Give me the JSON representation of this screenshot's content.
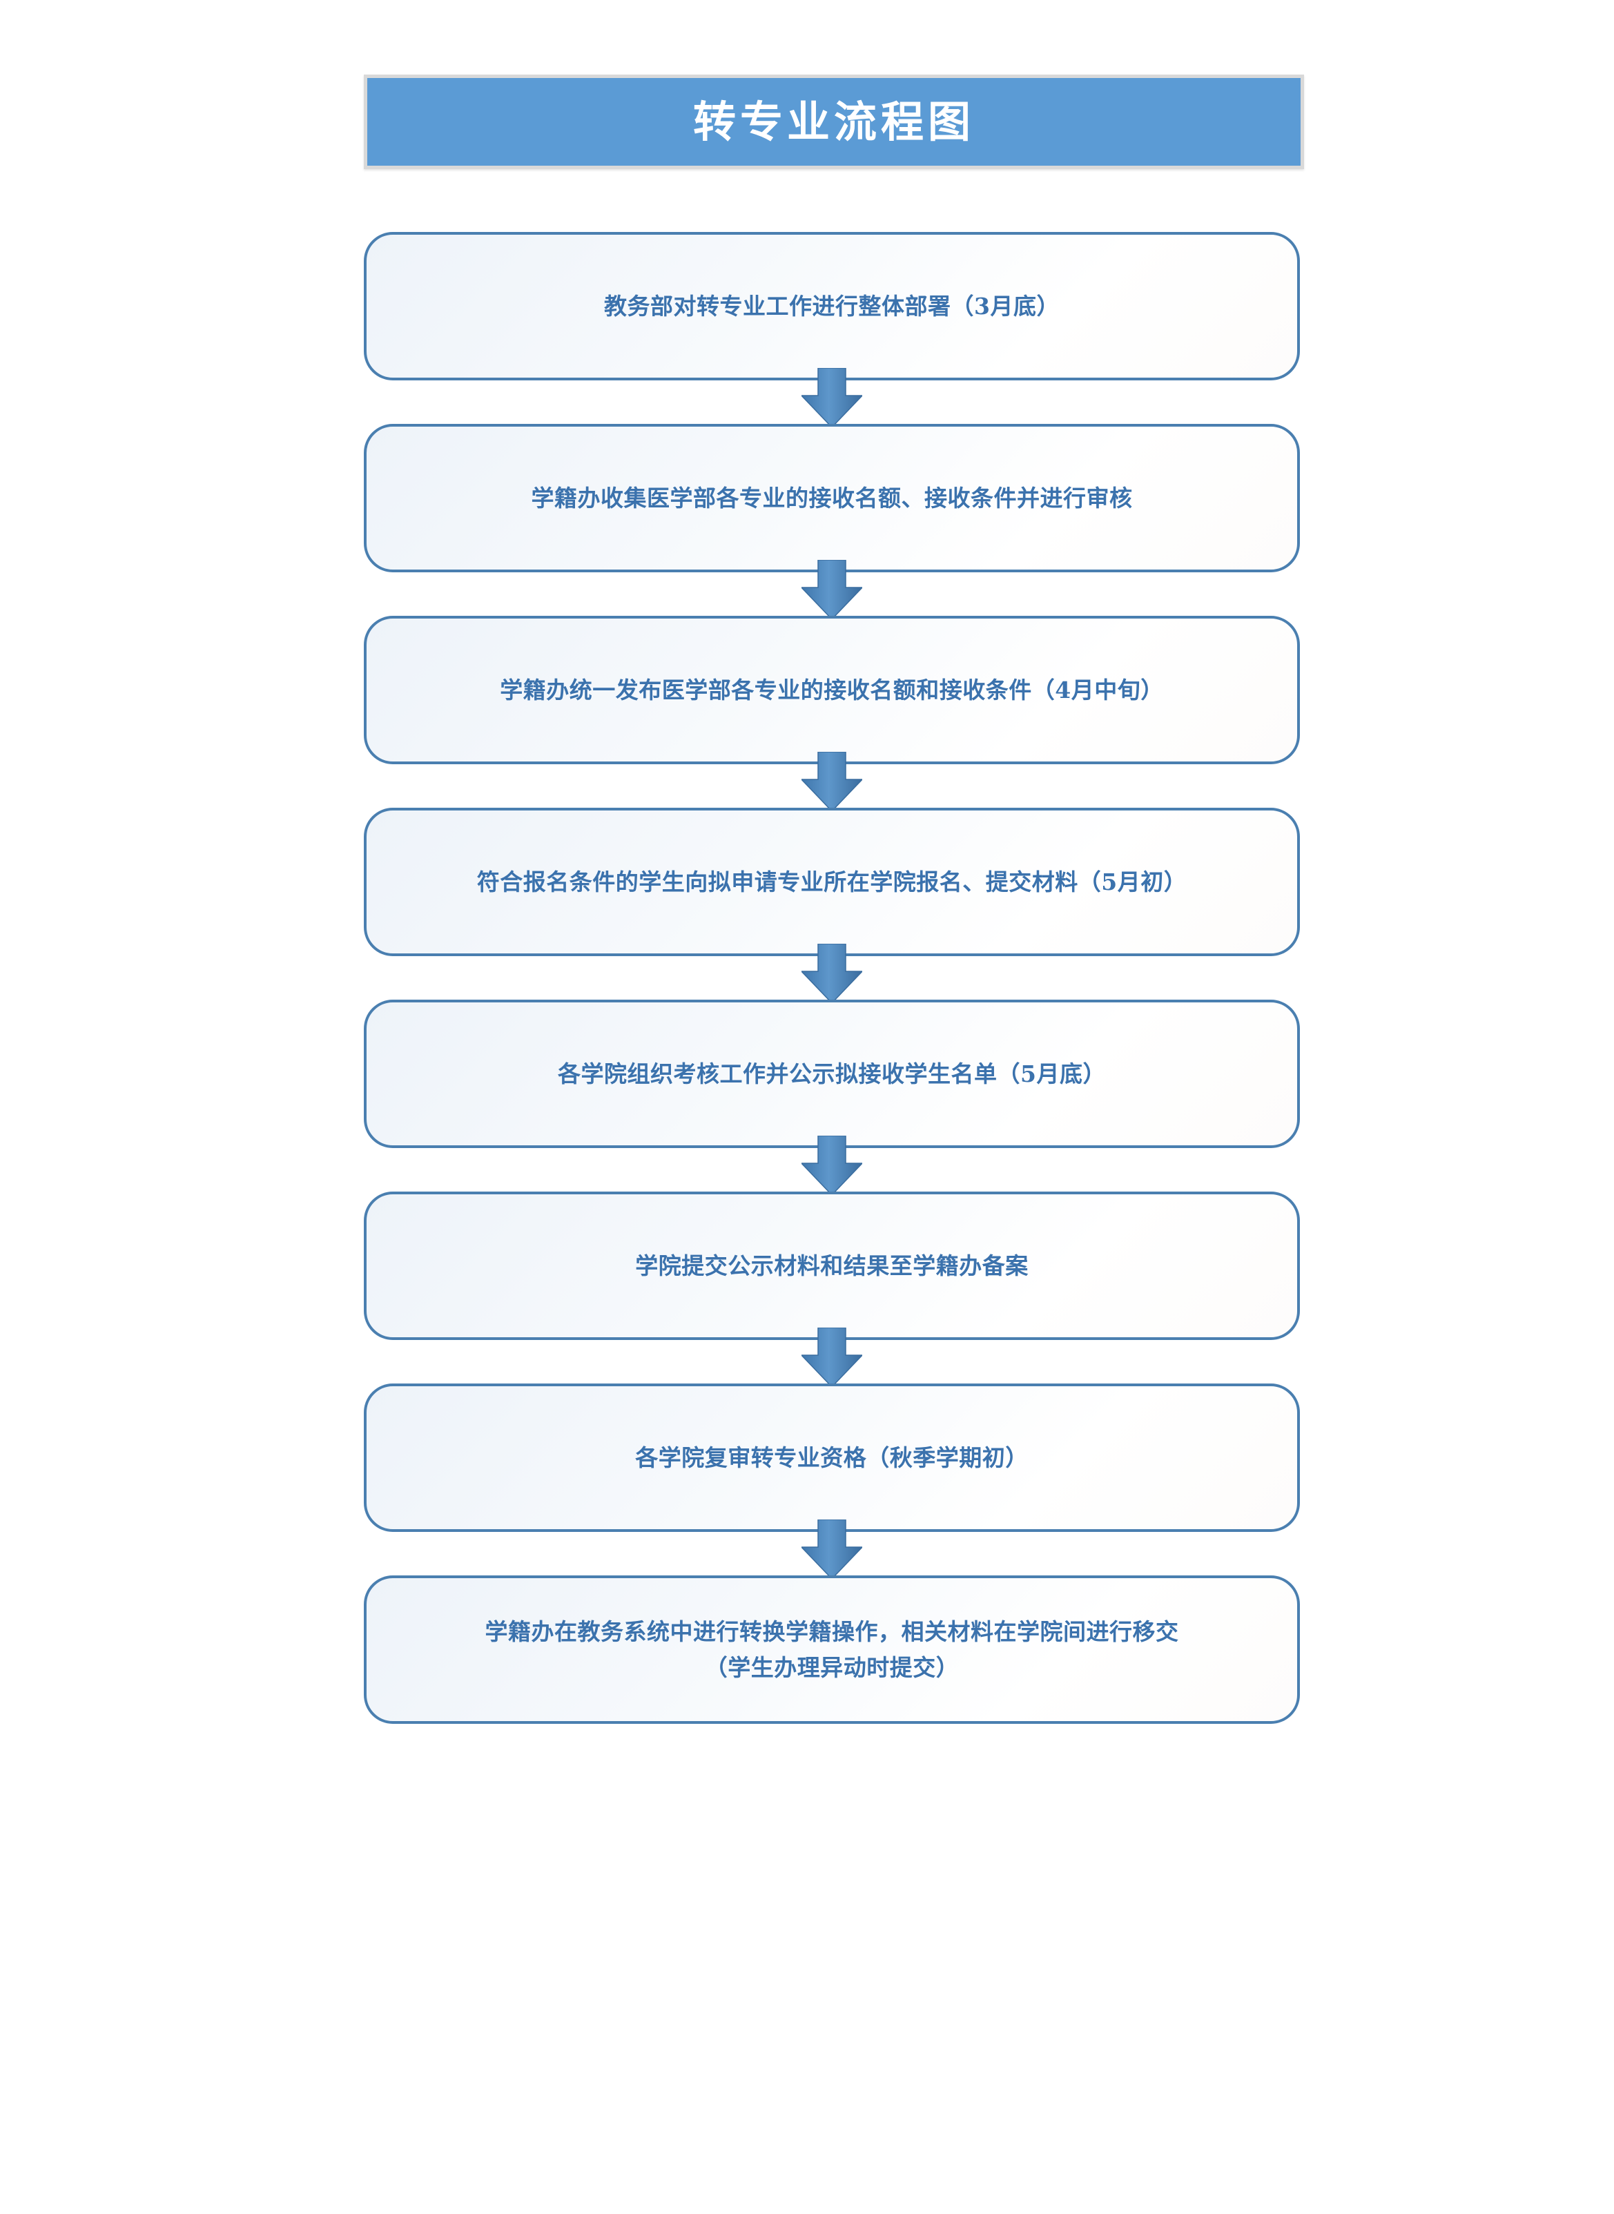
{
  "document": {
    "title": "转专业流程图",
    "background_color": "#ffffff"
  },
  "banner": {
    "title": "转专业流程图",
    "fill_color": "#5b9bd5",
    "border_color": "#d9d9d9",
    "text_color": "#ffffff"
  },
  "theme": {
    "node_border_color": "#4a7fb0",
    "node_text_color": "#3b72ad",
    "node_fill_color": "#f4f8fc",
    "arrow_color": "#4a86c0"
  },
  "chart_data": {
    "type": "flowchart",
    "title": "转专业流程图",
    "orientation": "vertical-top-to-bottom",
    "connector": "down-arrow",
    "node_count": 8,
    "nodes": [
      {
        "id": 1,
        "label": "教务部对转专业工作进行整体部署（3月底）",
        "owner": "教务部",
        "timing": "3月底"
      },
      {
        "id": 2,
        "label": "学籍办收集医学部各专业的接收名额、接收条件并进行审核",
        "owner": "学籍办",
        "timing": ""
      },
      {
        "id": 3,
        "label": "学籍办统一发布医学部各专业的接收名额和接收条件（4月中旬）",
        "owner": "学籍办",
        "timing": "4月中旬"
      },
      {
        "id": 4,
        "label": "符合报名条件的学生向拟申请专业所在学院报名、提交材料（5月初）",
        "owner": "学生",
        "timing": "5月初"
      },
      {
        "id": 5,
        "label": "各学院组织考核工作并公示拟接收学生名单（5月底）",
        "owner": "各学院",
        "timing": "5月底"
      },
      {
        "id": 6,
        "label": "学院提交公示材料和结果至学籍办备案",
        "owner": "学院",
        "timing": ""
      },
      {
        "id": 7,
        "label": "各学院复审转专业资格（秋季学期初）",
        "owner": "各学院",
        "timing": "秋季学期初"
      },
      {
        "id": 8,
        "label": "学籍办在教务系统中进行转换学籍操作，相关材料在学院间进行移交\n（学生办理异动时提交）",
        "owner": "学籍办",
        "timing": "学生办理异动时"
      }
    ],
    "edges": [
      {
        "from": 1,
        "to": 2
      },
      {
        "from": 2,
        "to": 3
      },
      {
        "from": 3,
        "to": 4
      },
      {
        "from": 4,
        "to": 5
      },
      {
        "from": 5,
        "to": 6
      },
      {
        "from": 6,
        "to": 7
      },
      {
        "from": 7,
        "to": 8
      }
    ]
  },
  "icons": {
    "arrow": "down-arrow-icon"
  }
}
